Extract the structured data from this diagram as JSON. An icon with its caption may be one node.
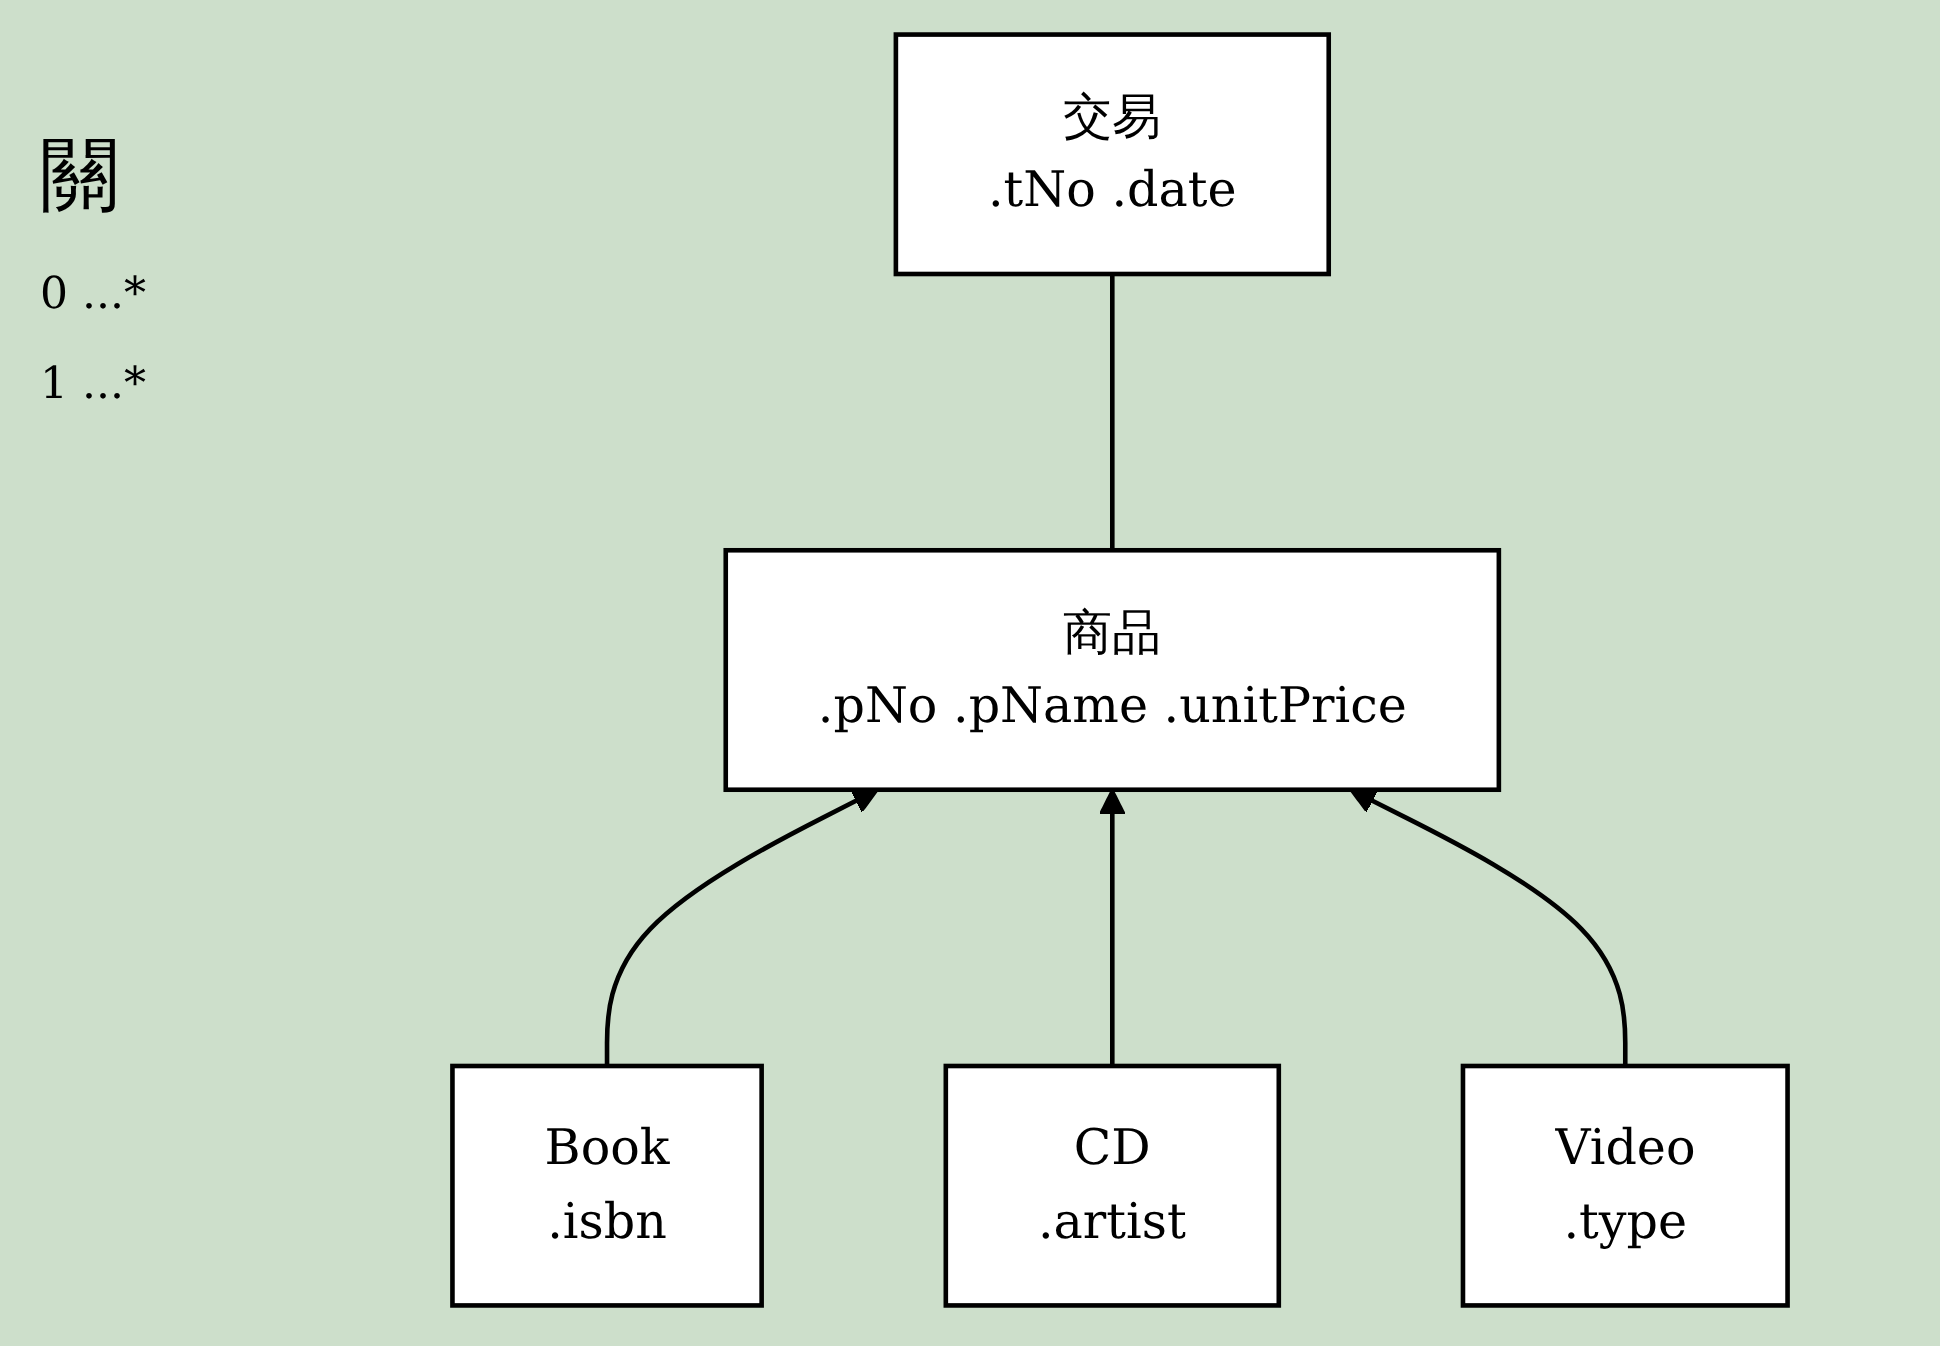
{
  "diagram": {
    "nodes": [
      {
        "text": [
          "商品",
          ".pNo .pName .unitPrice"
        ]
      },
      {
        "text": [
          "交易",
          ".tNo .date"
        ]
      },
      {
        "text": [
          "Book",
          ".isbn"
        ]
      },
      {
        "text": [
          "CD",
          ".artist"
        ]
      },
      {
        "text": [
          "Video",
          ".type"
        ]
      }
    ],
    "edges": [
      {
        "from": 0,
        "to": 1,
        "arrow": "none"
      },
      {
        "from": 2,
        "to": 0,
        "arrow": "to"
      },
      {
        "from": 3,
        "to": 0,
        "arrow": "to"
      },
      {
        "from": 4,
        "to": 0,
        "arrow": "to"
      }
    ],
    "labels": [
      "關",
      "0 ...*",
      "1 ...*"
    ]
  }
}
